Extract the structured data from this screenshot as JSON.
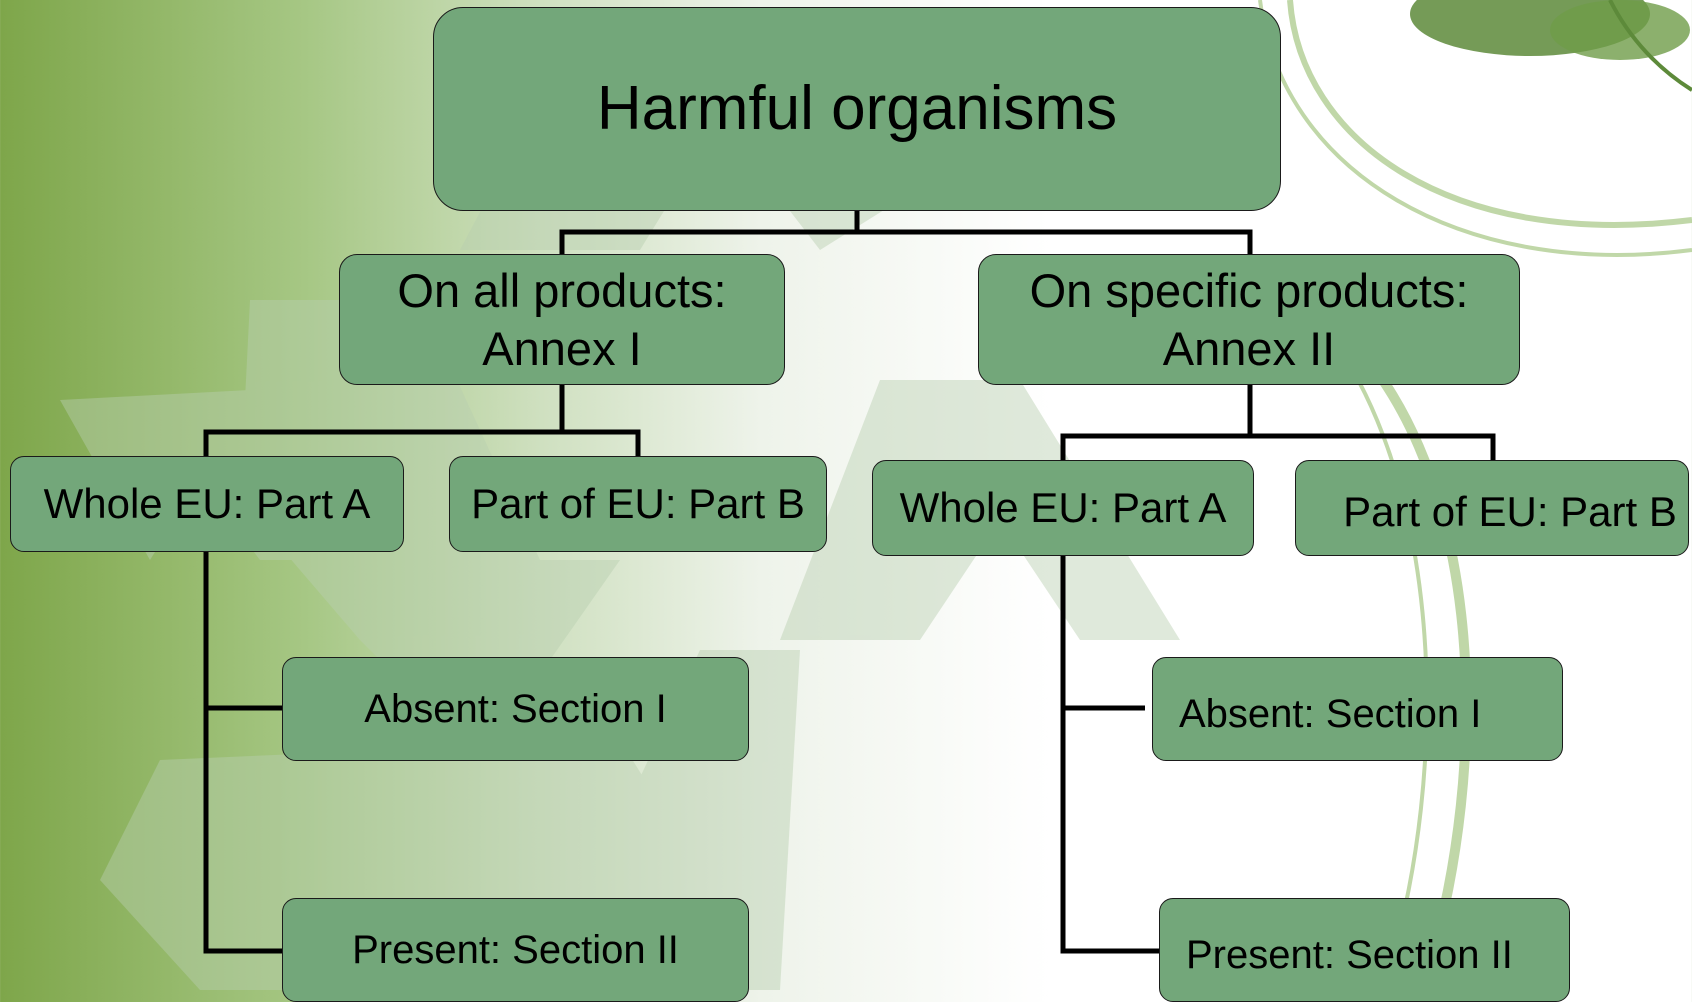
{
  "diagram": {
    "root": {
      "label": "Harmful organisms"
    },
    "annex_i": {
      "line1": "On all products:",
      "line2": "Annex I",
      "part_a": "Whole EU: Part A",
      "part_b": "Part of EU: Part B",
      "section_i": "Absent: Section I",
      "section_ii": "Present: Section II"
    },
    "annex_ii": {
      "line1": "On specific products:",
      "line2": "Annex II",
      "part_a": "Whole EU: Part A",
      "part_b": "Part of EU: Part B",
      "section_i": "Absent: Section I",
      "section_ii": "Present: Section II"
    }
  },
  "colors": {
    "node_fill": "#73a77a",
    "node_border": "#1a1a1a",
    "connector": "#000000",
    "background_left": "#7ea64a",
    "background_right": "#ffffff"
  },
  "background_decoration": "recycle-symbol"
}
